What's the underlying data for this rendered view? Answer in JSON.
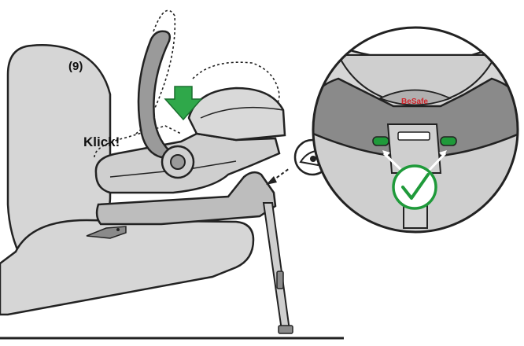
{
  "instruction": {
    "step_label": "(9)",
    "click_label": "Klick!",
    "brand_badge": "BeSafe"
  },
  "illustration": {
    "subject": "infant car seat clicked onto isofix base on vehicle seat",
    "detail_view": "magnified base indicator showing green markers",
    "icons": [
      "down-arrow-icon",
      "eye-icon",
      "checkmark-icon",
      "arrow-icon"
    ],
    "colors": {
      "line": "#222222",
      "seat_fill": "#d6d6d6",
      "dark_fill": "#8a8a8a",
      "indicator_green": "#1f9a3a",
      "arrow_green": "#2fa84a",
      "brand_red": "#d2232a"
    }
  }
}
